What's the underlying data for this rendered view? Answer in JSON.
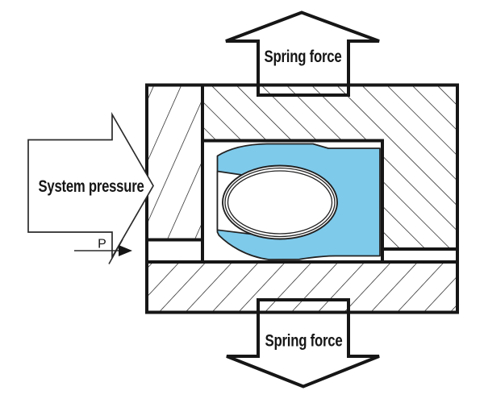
{
  "diagram": {
    "labels": {
      "spring_force_top": "Spring force",
      "spring_force_bottom": "Spring force",
      "system_pressure": "System pressure",
      "pressure_symbol": "P"
    },
    "colors": {
      "seal": "#7ECAEB",
      "outline": "#161616",
      "background": "#ffffff"
    }
  }
}
